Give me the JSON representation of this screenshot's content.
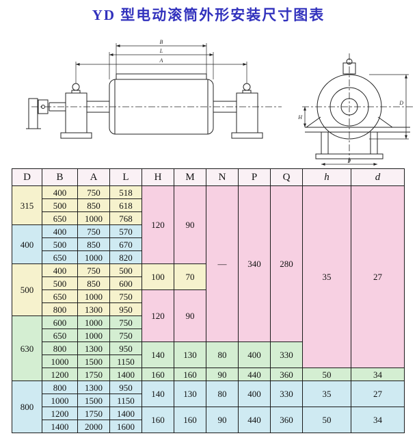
{
  "title": "YD 型电动滚筒外形安装尺寸图表",
  "colors": {
    "title_text": "#3232bd",
    "group_cream": "#f6f2cd",
    "group_pink": "#f7d0e2",
    "group_blue": "#cfeaf2",
    "group_green": "#d4eed2",
    "header_bg": "#faf1f5",
    "border": "#1a1a1a"
  },
  "drawing": {
    "side_dims": [
      "B",
      "L",
      "A"
    ],
    "end_dims": [
      "D",
      "H",
      "P"
    ]
  },
  "table": {
    "headers": [
      "D",
      "B",
      "A",
      "L",
      "H",
      "M",
      "N",
      "P",
      "Q",
      "h",
      "d"
    ],
    "g": [
      {
        "d": "315",
        "r": [
          [
            "400",
            "750",
            "518"
          ],
          [
            "500",
            "850",
            "618"
          ],
          [
            "650",
            "1000",
            "768"
          ]
        ]
      },
      {
        "d": "400",
        "r": [
          [
            "400",
            "750",
            "570"
          ],
          [
            "500",
            "850",
            "670"
          ],
          [
            "650",
            "1000",
            "820"
          ]
        ]
      },
      {
        "d": "500",
        "r": [
          [
            "400",
            "750",
            "500"
          ],
          [
            "500",
            "850",
            "600"
          ],
          [
            "650",
            "1000",
            "750"
          ],
          [
            "800",
            "1300",
            "950"
          ]
        ]
      },
      {
        "d": "630",
        "r": [
          [
            "600",
            "1000",
            "750"
          ],
          [
            "650",
            "1000",
            "750"
          ],
          [
            "800",
            "1300",
            "950"
          ],
          [
            "1000",
            "1500",
            "1150"
          ],
          [
            "1200",
            "1750",
            "1400"
          ]
        ]
      },
      {
        "d": "800",
        "r": [
          [
            "800",
            "1300",
            "950"
          ],
          [
            "1000",
            "1500",
            "1150"
          ],
          [
            "1200",
            "1750",
            "1400"
          ],
          [
            "1400",
            "2000",
            "1600"
          ]
        ]
      }
    ],
    "m": {
      "hm1": [
        "120",
        "90"
      ],
      "hm2": [
        "100",
        "70"
      ],
      "hm3": [
        "120",
        "90"
      ],
      "npq1": [
        "—",
        "340",
        "280"
      ],
      "hd1": [
        "35",
        "27"
      ],
      "b630a": [
        "140",
        "130",
        "80",
        "400",
        "330"
      ],
      "b630b": [
        "160",
        "160",
        "90",
        "440",
        "360",
        "50",
        "34"
      ],
      "b800a": [
        "140",
        "130",
        "80",
        "400",
        "330",
        "35",
        "27"
      ],
      "b800b": [
        "160",
        "160",
        "90",
        "440",
        "360",
        "50",
        "34"
      ]
    }
  }
}
